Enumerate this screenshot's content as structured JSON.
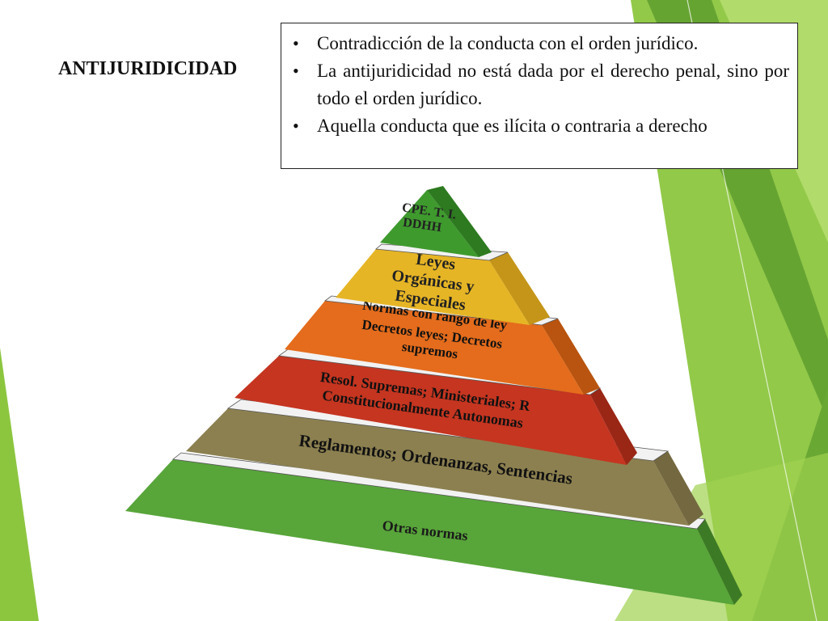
{
  "slide": {
    "title": "ANTIJURIDICIDAD",
    "bullets": [
      "Contradicción de la conducta con el orden jurídico.",
      "La antijuridicidad no está dada por el derecho penal, sino por todo el orden jurídico.",
      "Aquella conducta que es ilícita o contraria a derecho"
    ]
  },
  "pyramid": {
    "levels": [
      {
        "lines": [
          "CPE. T. I.",
          "DDHH"
        ],
        "color": "#3f9a2e"
      },
      {
        "lines": [
          "Leyes",
          "Orgánicas y",
          "Especiales"
        ],
        "color": "#e6b525"
      },
      {
        "lines": [
          "Normas con rango de ley",
          "Decretos leyes; Decretos",
          "supremos"
        ],
        "color": "#e46c1c"
      },
      {
        "lines": [
          "Resol. Supremas; Ministeriales; R",
          "Constitucionalmente Autonomas"
        ],
        "color": "#c53520"
      },
      {
        "lines": [
          "Reglamentos; Ordenanzas, Sentencias"
        ],
        "color": "#8c8050"
      },
      {
        "lines": [
          "Otras normas"
        ],
        "color": "#58a53a"
      }
    ]
  },
  "colors": {
    "accent_green": "#8cc63f",
    "dark_green": "#4f9a2a"
  }
}
